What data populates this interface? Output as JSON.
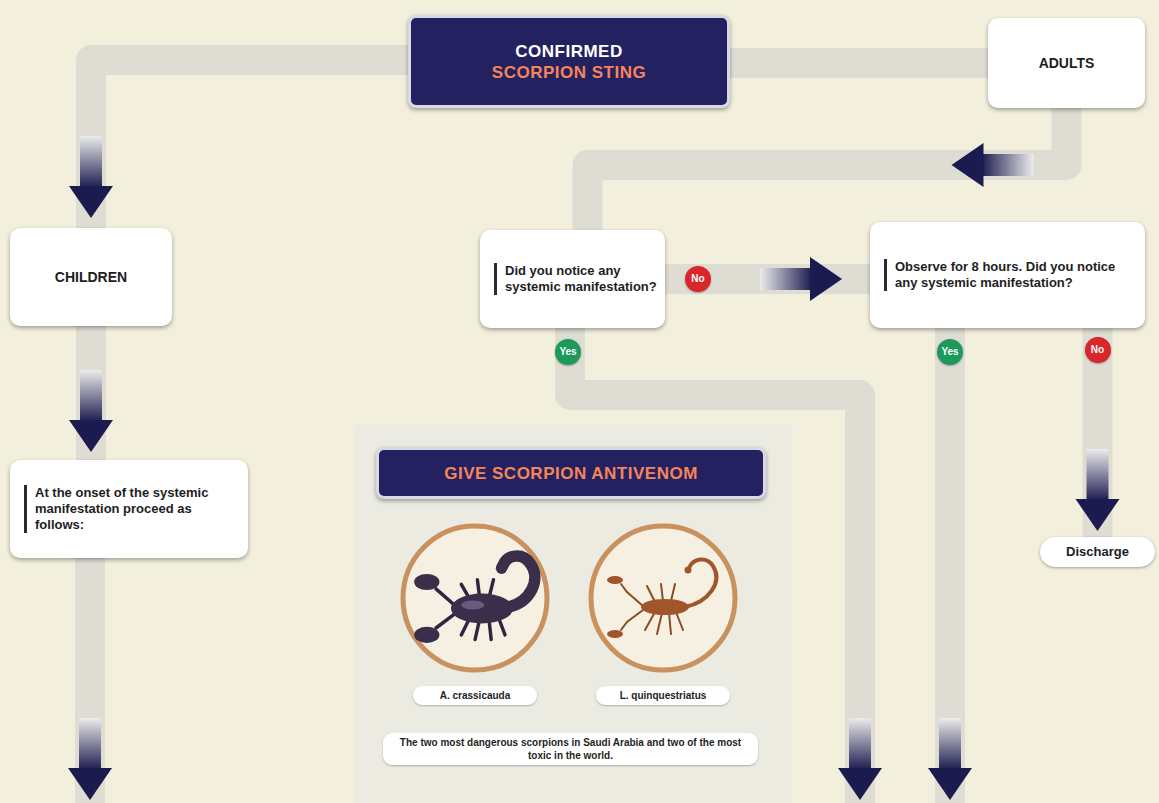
{
  "diagram": {
    "nodes": [
      {
        "text": [
          "CONFIRMED",
          "SCORPION STING"
        ]
      },
      {
        "text": [
          "ADULTS"
        ]
      },
      {
        "text": [
          "CHILDREN"
        ]
      },
      {
        "text": [
          "Did you notice any systemic manifestation?"
        ]
      },
      {
        "text": [
          "Observe for 8 hours. Did you notice any systemic manifestation?"
        ]
      },
      {
        "text": [
          "At the onset of the systemic manifestation proceed as follows:"
        ]
      },
      {
        "text": [
          "Discharge"
        ]
      },
      {
        "text": [
          "GIVE SCORPION ANTIVENOM"
        ]
      }
    ],
    "edges": [
      {
        "from": 0,
        "to": 1,
        "arrow": "none"
      },
      {
        "from": 0,
        "to": 2,
        "arrow": "to"
      },
      {
        "from": 1,
        "to": 3,
        "arrow": "to"
      },
      {
        "from": 3,
        "to": 4,
        "label": "No",
        "arrow": "to"
      },
      {
        "from": 2,
        "to": 5,
        "arrow": "to"
      },
      {
        "from": 4,
        "to": 6,
        "label": "No",
        "arrow": "to"
      }
    ],
    "labels": [
      "Yes",
      "Yes",
      "A. crassicauda",
      "L. quinquestriatus",
      "The two most dangerous scorpions in Saudi Arabia and two of the most toxic in the world."
    ]
  }
}
